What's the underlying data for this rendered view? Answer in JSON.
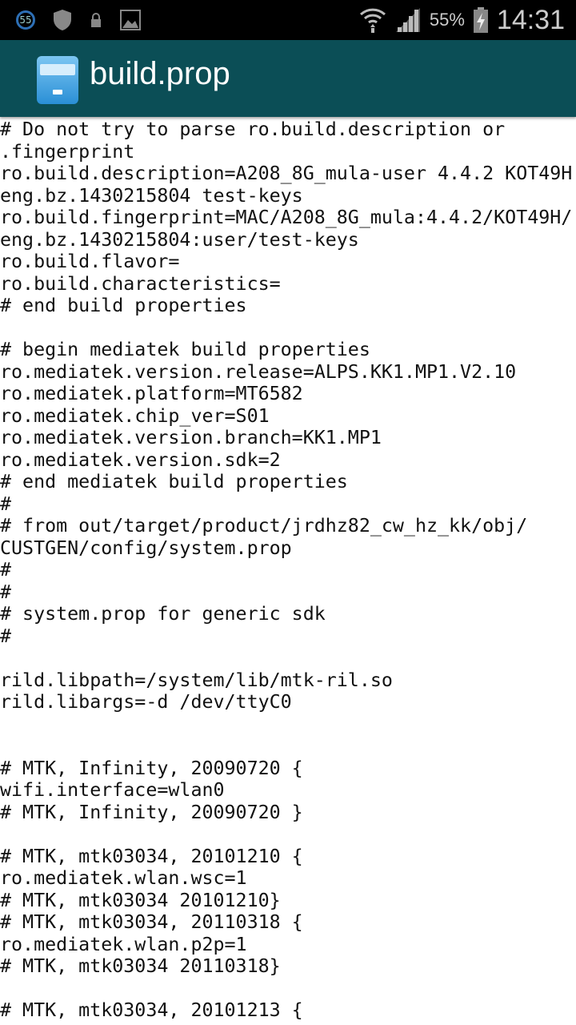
{
  "status_bar": {
    "notification_count": "55",
    "battery": "55%",
    "time": "14:31"
  },
  "action_bar": {
    "title": "build.prop"
  },
  "file_lines": [
    "# Do not try to parse ro.build.description or",
    ".fingerprint",
    "ro.build.description=A208_8G_mula-user 4.4.2 KOT49H",
    "eng.bz.1430215804 test-keys",
    "ro.build.fingerprint=MAC/A208_8G_mula:4.4.2/KOT49H/",
    "eng.bz.1430215804:user/test-keys",
    "ro.build.flavor=",
    "ro.build.characteristics=",
    "# end build properties",
    "",
    "# begin mediatek build properties",
    "ro.mediatek.version.release=ALPS.KK1.MP1.V2.10",
    "ro.mediatek.platform=MT6582",
    "ro.mediatek.chip_ver=S01",
    "ro.mediatek.version.branch=KK1.MP1",
    "ro.mediatek.version.sdk=2",
    "# end mediatek build properties",
    "#",
    "# from out/target/product/jrdhz82_cw_hz_kk/obj/",
    "CUSTGEN/config/system.prop",
    "#",
    "#",
    "# system.prop for generic sdk",
    "#",
    "",
    "rild.libpath=/system/lib/mtk-ril.so",
    "rild.libargs=-d /dev/ttyC0",
    "",
    "",
    "# MTK, Infinity, 20090720 {",
    "wifi.interface=wlan0",
    "# MTK, Infinity, 20090720 }",
    "",
    "# MTK, mtk03034, 20101210 {",
    "ro.mediatek.wlan.wsc=1",
    "# MTK, mtk03034 20101210}",
    "# MTK, mtk03034, 20110318 {",
    "ro.mediatek.wlan.p2p=1",
    "# MTK, mtk03034 20110318}",
    "",
    "# MTK, mtk03034, 20101213 {"
  ]
}
